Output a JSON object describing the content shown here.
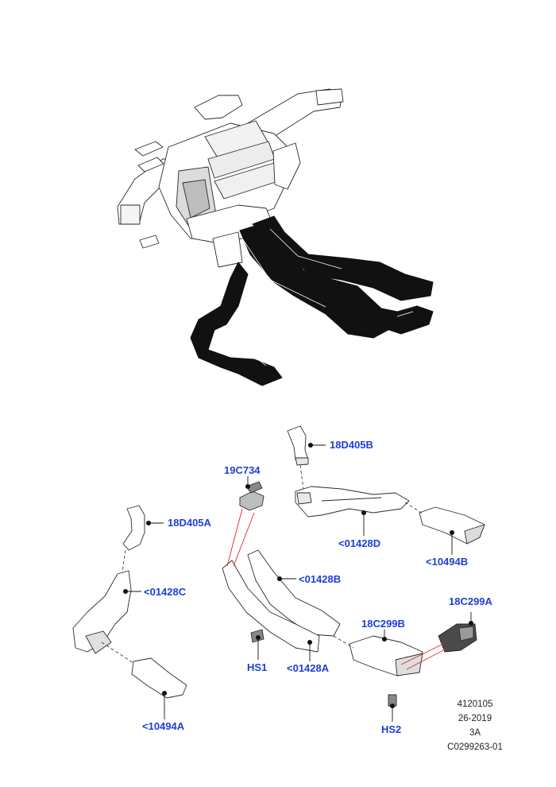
{
  "colors": {
    "callout_text": "#1e3fd6",
    "leader": "#111111",
    "leader_highlight": "#e0262b",
    "part_fill": "#ffffff",
    "duct_fill": "#111111",
    "outline": "#2a2a2a"
  },
  "callouts": {
    "c_18D405B": "18D405B",
    "c_19C734": "19C734",
    "c_18D405A": "18D405A",
    "c_01428D": "<01428D",
    "c_01428B": "<01428B",
    "c_10494B": "<10494B",
    "c_01428C": "<01428C",
    "c_18C299A": "18C299A",
    "c_18C299B": "18C299B",
    "c_HS1": "HS1",
    "c_01428A": "<01428A",
    "c_10494A": "<10494A",
    "c_HS2": "HS2"
  },
  "drawing_info": {
    "line1": "4120105",
    "line2": "26-2019",
    "line3": "3A",
    "line4": "C0299263-01"
  }
}
